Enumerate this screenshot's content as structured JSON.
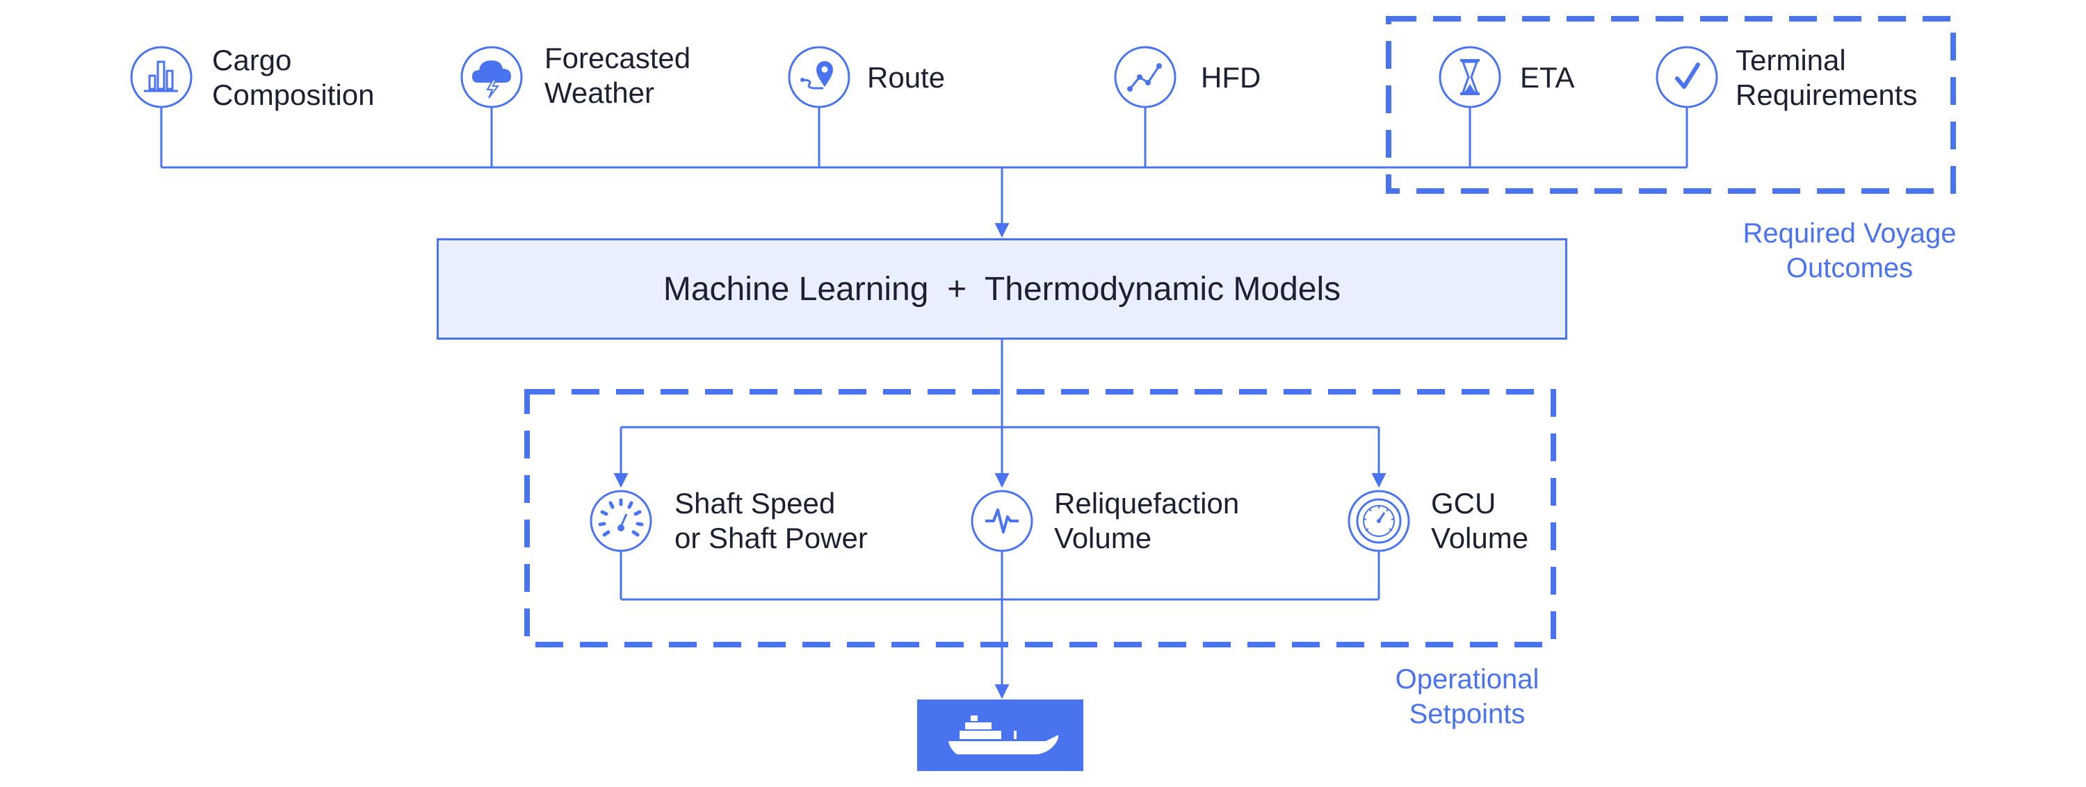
{
  "colors": {
    "accent": "#4a73ef",
    "box_fill": "#eaeffd",
    "text": "#1c2030"
  },
  "inputs": [
    {
      "icon": "bar-chart-icon",
      "line1": "Cargo",
      "line2": "Composition"
    },
    {
      "icon": "storm-cloud-icon",
      "line1": "Forecasted",
      "line2": "Weather"
    },
    {
      "icon": "map-pin-route-icon",
      "line1": "Route",
      "line2": ""
    },
    {
      "icon": "line-graph-icon",
      "line1": "HFD",
      "line2": ""
    }
  ],
  "required_outcomes": {
    "items": [
      {
        "icon": "hourglass-icon",
        "line1": "ETA",
        "line2": ""
      },
      {
        "icon": "checkmark-icon",
        "line1": "Terminal",
        "line2": "Requirements"
      }
    ],
    "caption_line1": "Required Voyage",
    "caption_line2": "Outcomes"
  },
  "model": {
    "label": "Machine Learning  +  Thermodynamic Models"
  },
  "setpoints": {
    "items": [
      {
        "icon": "speedometer-icon",
        "line1": "Shaft Speed",
        "line2": "or Shaft Power"
      },
      {
        "icon": "waveform-icon",
        "line1": "Reliquefaction",
        "line2": "Volume"
      },
      {
        "icon": "gauge-icon",
        "line1": "GCU",
        "line2": "Volume"
      }
    ],
    "caption_line1": "Operational",
    "caption_line2": "Setpoints"
  },
  "output": {
    "icon": "ship-icon"
  }
}
